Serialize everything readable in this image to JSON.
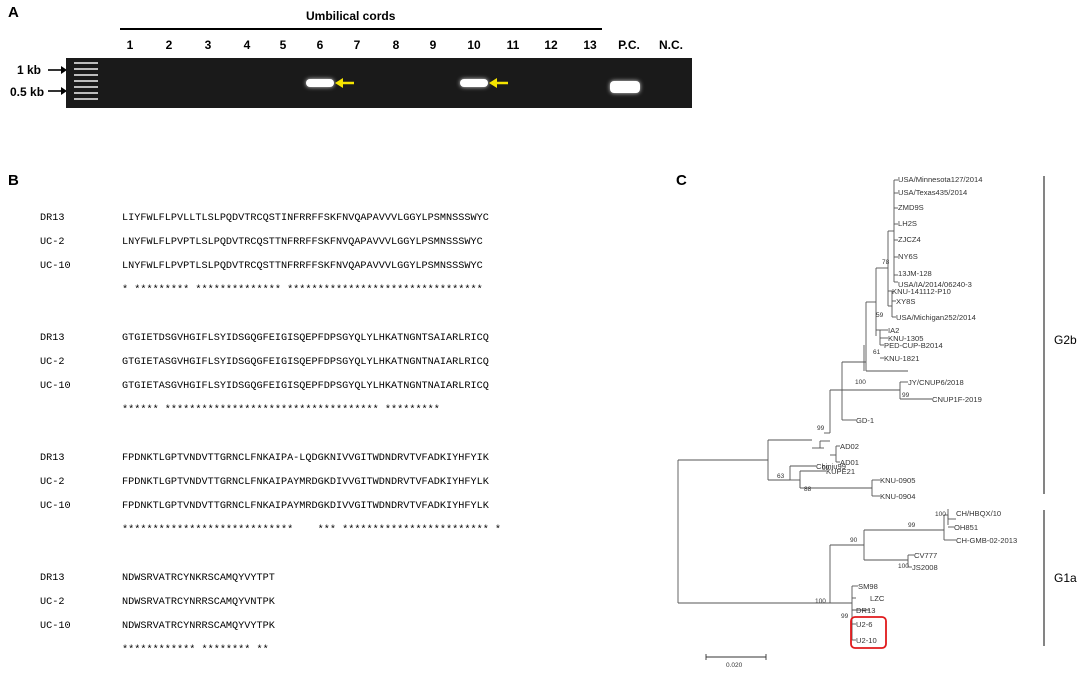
{
  "panels": {
    "a": "A",
    "b": "B",
    "c": "C"
  },
  "gel": {
    "title": "Umbilical cords",
    "lanes": [
      "1",
      "2",
      "3",
      "4",
      "5",
      "6",
      "7",
      "8",
      "9",
      "10",
      "11",
      "12",
      "13",
      "P.C.",
      "N.C."
    ],
    "markers": {
      "top": "1 kb",
      "bottom": "0.5 kb"
    }
  },
  "alignment": {
    "blocks": [
      {
        "rows": [
          {
            "name": "DR13",
            "seq": "LIYFWLFLPVLLTLSLPQDVTRCQSTINFRRFFSKFNVQAPAVVVLGGYLPSMNSSSWYC"
          },
          {
            "name": "UC-2",
            "seq": "LNYFWLFLPVPTLSLPQDVTRCQSTTNFRRFFSKFNVQAPAVVVLGGYLPSMNSSSWYC"
          },
          {
            "name": "UC-10",
            "seq": "LNYFWLFLPVPTLSLPQDVTRCQSTTNFRRFFSKFNVQAPAVVVLGGYLPSMNSSSWYC"
          }
        ],
        "consensus": "* ********* ************** ********************************"
      },
      {
        "rows": [
          {
            "name": "DR13",
            "seq": "GTGIETDSGVHGIFLSYIDSGQGFEIGISQEPFDPSGYQLYLHKATNGNTSAIARLRICQ"
          },
          {
            "name": "UC-2",
            "seq": "GTGIETASGVHGIFLSYIDSGQGFEIGISQEPFDPSGYQLYLHKATNGNTNAIARLRICQ"
          },
          {
            "name": "UC-10",
            "seq": "GTGIETASGVHGIFLSYIDSGQGFEIGISQEPFDPSGYQLYLHKATNGNTNAIARLRICQ"
          }
        ],
        "consensus": "****** *********************************** *********"
      },
      {
        "rows": [
          {
            "name": "DR13",
            "seq": "FPDNKTLGPTVNDVTTGRNCLFNKAIPA-LQDGKNIVVGITWDNDRVTVFADKIYHFYIK"
          },
          {
            "name": "UC-2",
            "seq": "FPDNKTLGPTVNDVTTGRNCLFNKAIPAYMRDGKDIVVGITWDNDRVTVFADKIYHFYLK"
          },
          {
            "name": "UC-10",
            "seq": "FPDNKTLGPTVNDVTTGRNCLFNKAIPAYMRDGKDIVVGITWDNDRVTVFADKIYHFYLK"
          }
        ],
        "consensus": "****************************    *** ************************ *"
      },
      {
        "rows": [
          {
            "name": "DR13",
            "seq": "NDWSRVATRCYNKRSCAMQYVYTPT"
          },
          {
            "name": "UC-2",
            "seq": "NDWSRVATRCYNRRSCAMQYVNTPK"
          },
          {
            "name": "UC-10",
            "seq": "NDWSRVATRCYNRRSCAMQYVYTPK"
          }
        ],
        "consensus": "************ ******** **"
      }
    ]
  },
  "tree": {
    "taxa": [
      "USA/Minnesota127/2014",
      "USA/Texas435/2014",
      "ZMD9S",
      "LH2S",
      "ZJCZ4",
      "NY6S",
      "13JM-128",
      "USA/IA/2014/06240-3",
      "KNU-141112-P10",
      "XY8S",
      "USA/Michigan252/2014",
      "IA2",
      "KNU-1305",
      "PED-CUP-B2014",
      "KNU-1821",
      "JY/CNUP6/2018",
      "CNUP1F-2019",
      "GD-1",
      "AD02",
      "AD01",
      "Chinju99",
      "KUPE21",
      "KNU-0905",
      "KNU-0904",
      "CH/HBQX/10",
      "OH851",
      "CH-GMB-02-2013",
      "CV777",
      "JS2008",
      "SM98",
      "LZC",
      "DR13",
      "U2-6",
      "U2-10"
    ],
    "bootstraps": [
      "78",
      "59",
      "61",
      "100",
      "99",
      "99",
      "99",
      "63",
      "88",
      "100",
      "99",
      "90",
      "100",
      "100",
      "99"
    ],
    "groups": [
      "G2b",
      "G1a"
    ],
    "scale": "0.020",
    "highlight_color": "#e0191b",
    "arrow_color": "#f5e400"
  }
}
